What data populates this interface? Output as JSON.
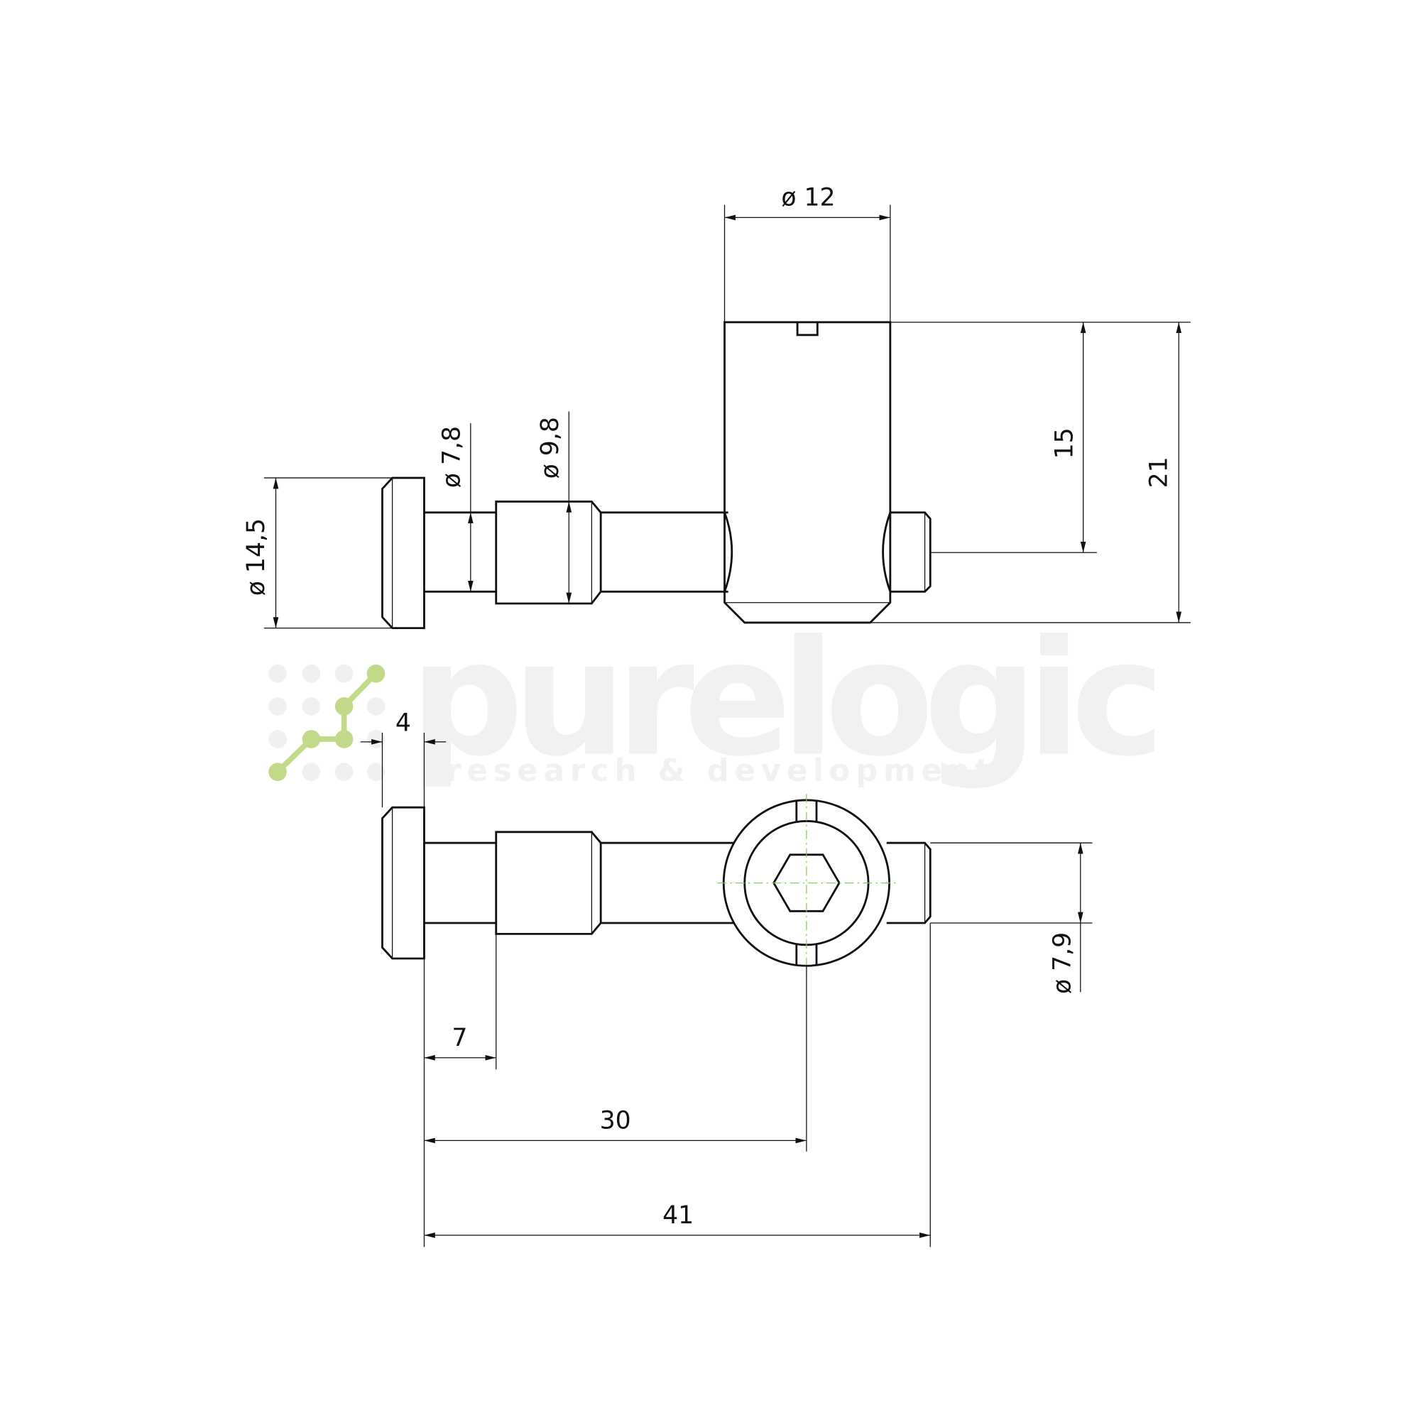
{
  "watermark": {
    "brand": "purelogic",
    "tagline": "research & development",
    "accent": "#c3d98a"
  },
  "dimensions": {
    "top_diameter": "ø 12",
    "height_15": "15",
    "height_21": "21",
    "shaft_diameter": "ø 7,8",
    "collar_diameter": "ø 9,8",
    "head_diameter": "ø 14,5",
    "head_thickness": "4",
    "shaft_length": "7",
    "center_distance": "30",
    "total_length": "41",
    "pin_diameter": "ø 7,9"
  }
}
